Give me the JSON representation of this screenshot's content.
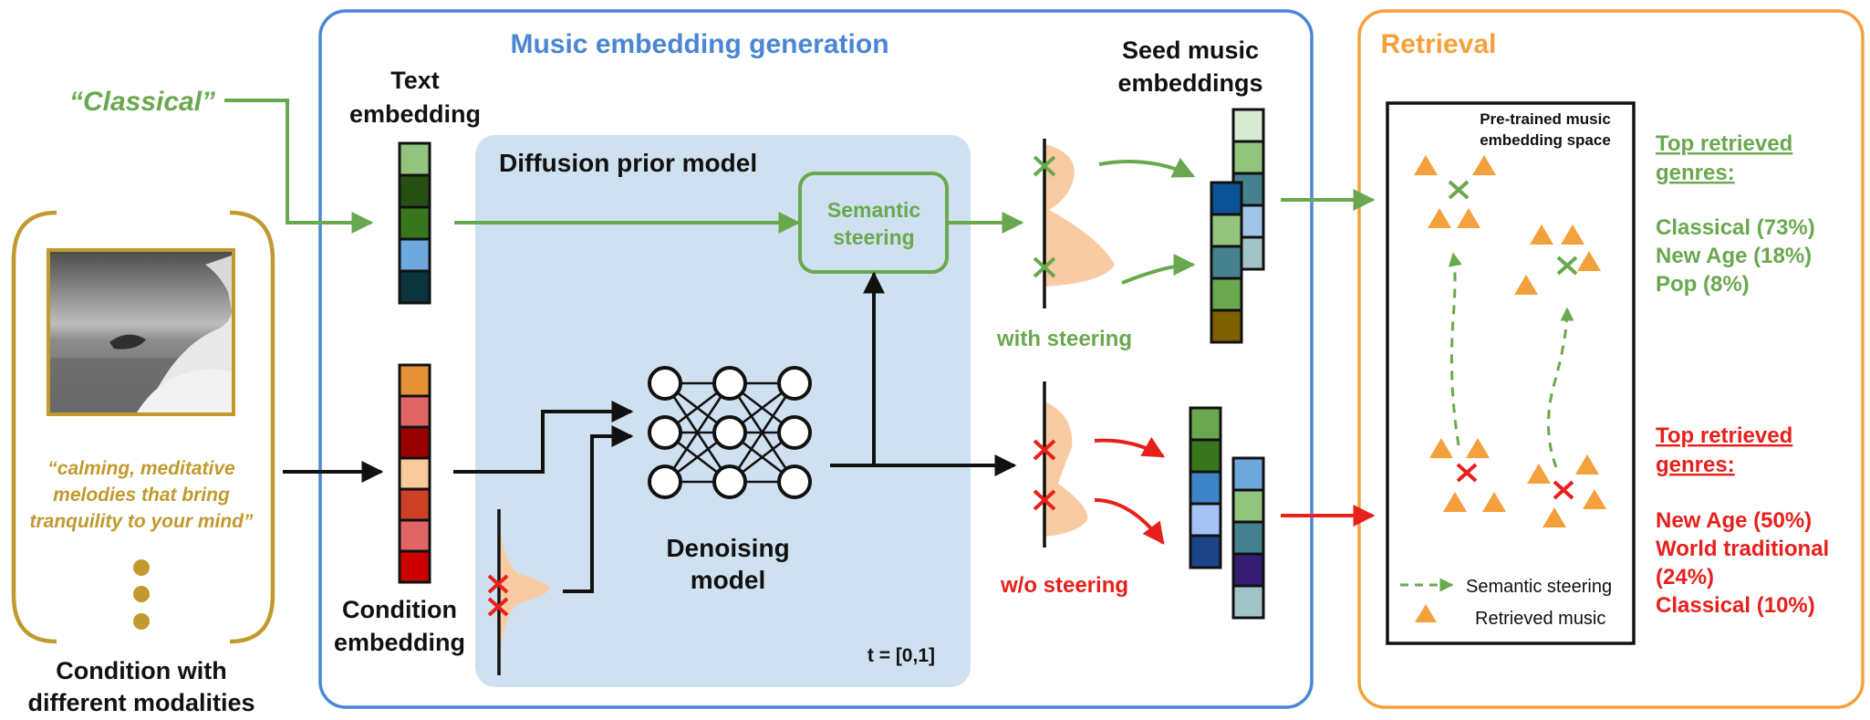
{
  "colors": {
    "blue_panel": "#4a86d4",
    "orange_panel": "#f4a13d",
    "diffusion_bg": "#cfe1f0",
    "green": "#6aa84f",
    "red": "#e8201c",
    "gold": "#c19a2e",
    "gauss_fill": "#f9cba3",
    "tri": "#f4a13d",
    "black": "#111111"
  },
  "input": {
    "text_prompt": "“Classical”",
    "caption_lines": [
      "“calming, meditative",
      "melodies that bring",
      "tranquility to your mind”"
    ],
    "label_lines": [
      "Condition with",
      "different modalities"
    ],
    "image_icon": "meditation-photo-icon"
  },
  "generation": {
    "title": "Music embedding generation",
    "text_embedding_label": [
      "Text",
      "embedding"
    ],
    "condition_embedding_label": [
      "Condition",
      "embedding"
    ],
    "text_embedding_colors": [
      "#93c47d",
      "#274e13",
      "#38761d",
      "#6fa8dc",
      "#0c343d"
    ],
    "condition_embedding_colors": [
      "#e69138",
      "#e06666",
      "#990000",
      "#f9cb9c",
      "#cc4125",
      "#e06666",
      "#cc0000"
    ],
    "diffusion_title": "Diffusion prior model",
    "semantic_steering_label": [
      "Semantic",
      "steering"
    ],
    "denoising_label": [
      "Denoising",
      "model"
    ],
    "time_label": "t = [0,1]",
    "seed_label": [
      "Seed music",
      "embeddings"
    ],
    "with_steering_label": "with steering",
    "without_steering_label": "w/o steering",
    "seed_green_back_colors": [
      "#d9ead3",
      "#93c47d",
      "#45818e",
      "#9fc5e8",
      "#a2c4c9"
    ],
    "seed_green_front_colors": [
      "#0b5394",
      "#93c47d",
      "#45818e",
      "#6aa84f",
      "#7f6000"
    ],
    "seed_red_front_colors": [
      "#6aa84f",
      "#38761d",
      "#3d85c6",
      "#a4c2f4",
      "#1c4587"
    ],
    "seed_red_back_colors": [
      "#6fa8dc",
      "#93c47d",
      "#45818e",
      "#351c75",
      "#a2c4c9"
    ]
  },
  "retrieval": {
    "title": "Retrieval",
    "space_label": [
      "Pre-trained music",
      "embedding space"
    ],
    "legend_steering": "Semantic steering",
    "legend_retrieved": "Retrieved music",
    "green_results": {
      "title_lines": [
        "Top retrieved",
        "genres:"
      ],
      "items": [
        "Classical (73%)",
        "New Age (18%)",
        "Pop (8%)"
      ]
    },
    "red_results": {
      "title_lines": [
        "Top retrieved",
        "genres:"
      ],
      "items": [
        "New Age (50%)",
        "World traditional",
        "(24%)",
        "Classical (10%)"
      ]
    }
  }
}
